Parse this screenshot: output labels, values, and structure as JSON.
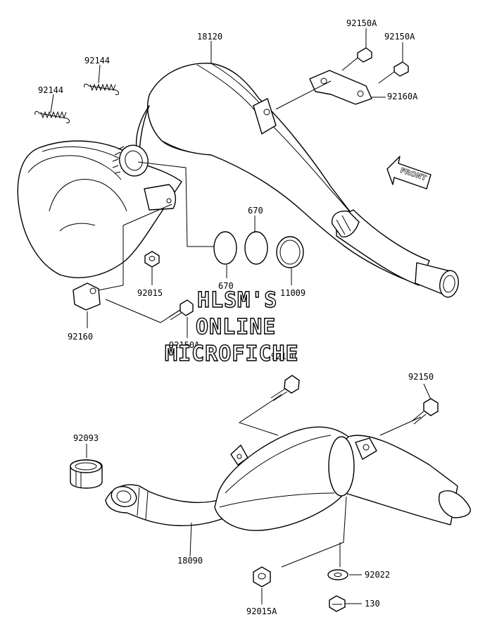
{
  "labels": {
    "l_18120": "18120",
    "l_92150A_a": "92150A",
    "l_92150A_b": "92150A",
    "l_92160A": "92160A",
    "l_92144_a": "92144",
    "l_92144_b": "92144",
    "l_670_a": "670",
    "l_670_b": "670",
    "l_11009": "11009",
    "l_92015": "92015",
    "l_92160": "92160",
    "l_92150A_c": "92150A",
    "l_92150_a": "92150",
    "l_92150_b": "92150",
    "l_92093": "92093",
    "l_18090": "18090",
    "l_92022": "92022",
    "l_130": "130",
    "l_92015A": "92015A"
  },
  "watermark": {
    "line1": "HLSM'S",
    "line2": "ONLINE",
    "line3": "MICROFICHE"
  },
  "front_arrow": "FRONT"
}
